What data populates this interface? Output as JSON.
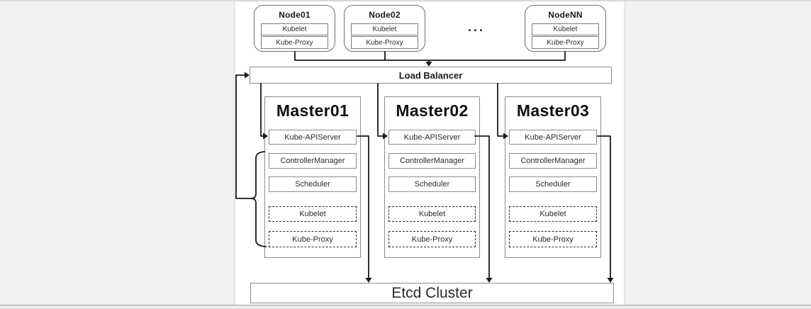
{
  "diagram": {
    "nodes": [
      {
        "title": "Node01",
        "components": [
          "Kubelet",
          "Kube-Proxy"
        ]
      },
      {
        "title": "Node02",
        "components": [
          "Kubelet",
          "Kube-Proxy"
        ]
      },
      {
        "title": "NodeNN",
        "components": [
          "Kubelet",
          "Kube-Proxy"
        ]
      }
    ],
    "ellipsis": "...",
    "load_balancer": {
      "label": "Load Balancer"
    },
    "masters": [
      {
        "title": "Master01",
        "solid_components": [
          "Kube-APIServer",
          "ControllerManager",
          "Scheduler"
        ],
        "dashed_components": [
          "Kubelet",
          "Kube-Proxy"
        ]
      },
      {
        "title": "Master02",
        "solid_components": [
          "Kube-APIServer",
          "ControllerManager",
          "Scheduler"
        ],
        "dashed_components": [
          "Kubelet",
          "Kube-Proxy"
        ]
      },
      {
        "title": "Master03",
        "solid_components": [
          "Kube-APIServer",
          "ControllerManager",
          "Scheduler"
        ],
        "dashed_components": [
          "Kubelet",
          "Kube-Proxy"
        ]
      }
    ],
    "etcd": {
      "label": "Etcd Cluster"
    }
  },
  "colors": {
    "page_background": "#f1f1f2",
    "card_background": "#ffffff",
    "line": "#1a1a1a",
    "box_border": "#8c8c8c",
    "dashed_border": "#2f2f2f",
    "text": "#1a1a1a"
  }
}
